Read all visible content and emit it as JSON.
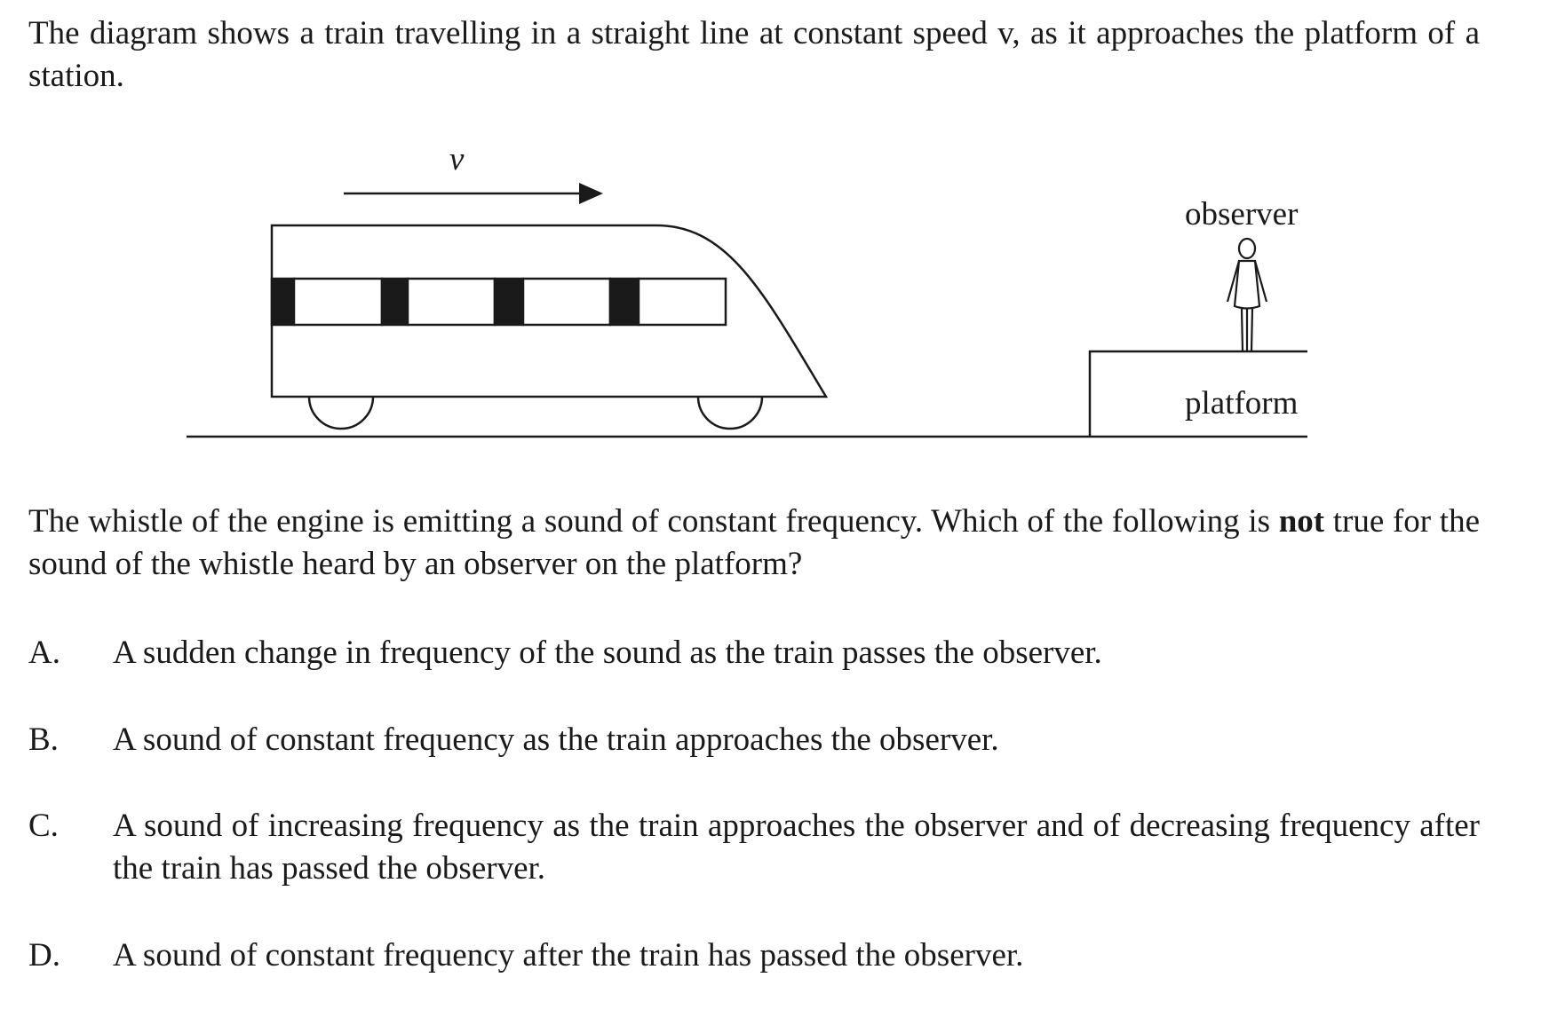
{
  "intro": "The diagram shows a train travelling in a straight line at constant speed v, as it approaches the platform of a station.",
  "diagram": {
    "speed_label": "v",
    "observer_label": "observer",
    "platform_label": "platform"
  },
  "question": {
    "part1": "The whistle of the engine is emitting a sound of constant frequency.  Which of the following is ",
    "emphasis": "not",
    "part2": " true for the sound of the whistle heard by an observer on the platform?"
  },
  "options": [
    {
      "letter": "A.",
      "text": "A sudden change in frequency of the sound as the train passes the observer."
    },
    {
      "letter": "B.",
      "text": "A sound of constant frequency as the train approaches the observer."
    },
    {
      "letter": "C.",
      "text": "A sound of increasing frequency as the train approaches the observer and of decreasing frequency after the train has passed the observer."
    },
    {
      "letter": "D.",
      "text": "A sound of constant frequency after the train has passed the observer."
    }
  ]
}
